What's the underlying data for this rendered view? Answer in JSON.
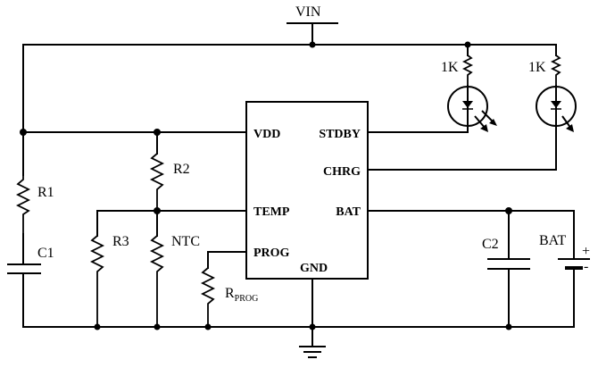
{
  "labels": {
    "vin": "VIN",
    "r1": "R1",
    "c1": "C1",
    "r2": "R2",
    "r3": "R3",
    "ntc": "NTC",
    "rprog_main": "R",
    "rprog_sub": "PROG",
    "c2": "C2",
    "bat": "BAT",
    "led1_res": "1K",
    "led2_res": "1K",
    "battery_plus": "+",
    "battery_minus": "-"
  },
  "ic": {
    "pins": {
      "vdd": "VDD",
      "temp": "TEMP",
      "prog": "PROG",
      "gnd": "GND",
      "stdby": "STDBY",
      "chrg": "CHRG",
      "bat": "BAT"
    }
  }
}
